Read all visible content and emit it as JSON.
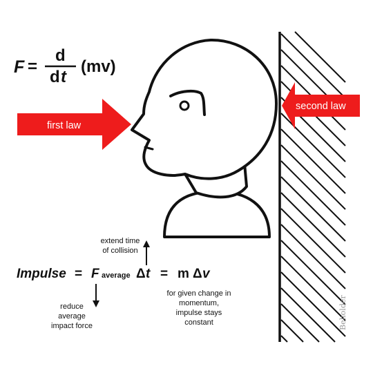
{
  "colors": {
    "background": "#ffffff",
    "ink": "#111111",
    "arrow_red": "#ee1c1c",
    "watermark": "#9a9a9a"
  },
  "formula_force": {
    "lhs": "F",
    "equals": "=",
    "numerator": "d",
    "denominator_d": "d",
    "denominator_t": "t",
    "rhs": "(mv)"
  },
  "arrows": {
    "first_law": "first law",
    "second_law": "second law"
  },
  "impulse_equation": {
    "term": "Impulse",
    "eq1": "=",
    "force": "F",
    "force_subscript": "average",
    "delta_t": "Δ",
    "t": "t",
    "eq2": "=",
    "m": "m",
    "delta_v": "Δ",
    "v": "v"
  },
  "notes": {
    "extend_line1": "extend time",
    "extend_line2": "of collision",
    "reduce_line1": "reduce",
    "reduce_line2": "average",
    "reduce_line3": "impact force",
    "momentum_line1": "for given change in",
    "momentum_line2": "momentum,",
    "momentum_line3": "impulse stays",
    "momentum_line4": "constant"
  },
  "signature": "Beholder",
  "icons": [
    "head-profile",
    "wall-hatching",
    "up-arrow-icon",
    "down-arrow-icon"
  ]
}
